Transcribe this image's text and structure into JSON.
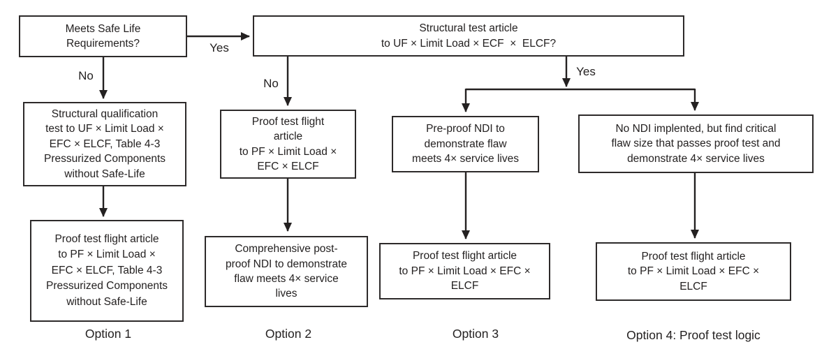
{
  "colors": {
    "ink": "#242121",
    "box_border": "#2d2a2a",
    "background": "#ffffff"
  },
  "nodes": {
    "meets_safe_life": {
      "text": "Meets Safe Life\nRequirements?"
    },
    "structural_test_article": {
      "text": "Structural test article\nto UF × Limit Load × ECF  ×  ELCF?"
    },
    "structural_qualification": {
      "text": "Structural qualification\ntest to UF × Limit Load ×\nEFC × ELCF, Table 4-3\nPressurized Components\nwithout Safe-Life"
    },
    "proof_test_flight_option1": {
      "text": "Proof test flight article\nto PF × Limit Load ×\nEFC × ELCF, Table 4-3\nPressurized Components\nwithout Safe-Life"
    },
    "proof_test_flight_option2": {
      "text": "Proof test flight\narticle\nto PF × Limit Load ×\nEFC × ELCF"
    },
    "comprehensive_post_proof_ndi": {
      "text": "Comprehensive post-\nproof NDI to demonstrate\nflaw meets 4× service\nlives"
    },
    "pre_proof_ndi": {
      "text": "Pre-proof NDI to\ndemonstrate flaw\nmeets 4× service lives"
    },
    "no_ndi_critical_flaw": {
      "text": "No NDI implented, but find critical\nflaw size that passes proof test and\ndemonstrate 4× service lives"
    },
    "proof_test_flight_option3": {
      "text": "Proof test flight article\nto PF × Limit Load × EFC ×\nELCF"
    },
    "proof_test_flight_option4": {
      "text": "Proof test flight article\nto PF × Limit Load × EFC ×\nELCF"
    }
  },
  "edge_labels": {
    "yes_top": "Yes",
    "no_left": "No",
    "no_middle": "No",
    "yes_right": "Yes"
  },
  "option_labels": {
    "option1": "Option 1",
    "option2": "Option 2",
    "option3": "Option 3",
    "option4": "Option 4: Proof test logic"
  }
}
